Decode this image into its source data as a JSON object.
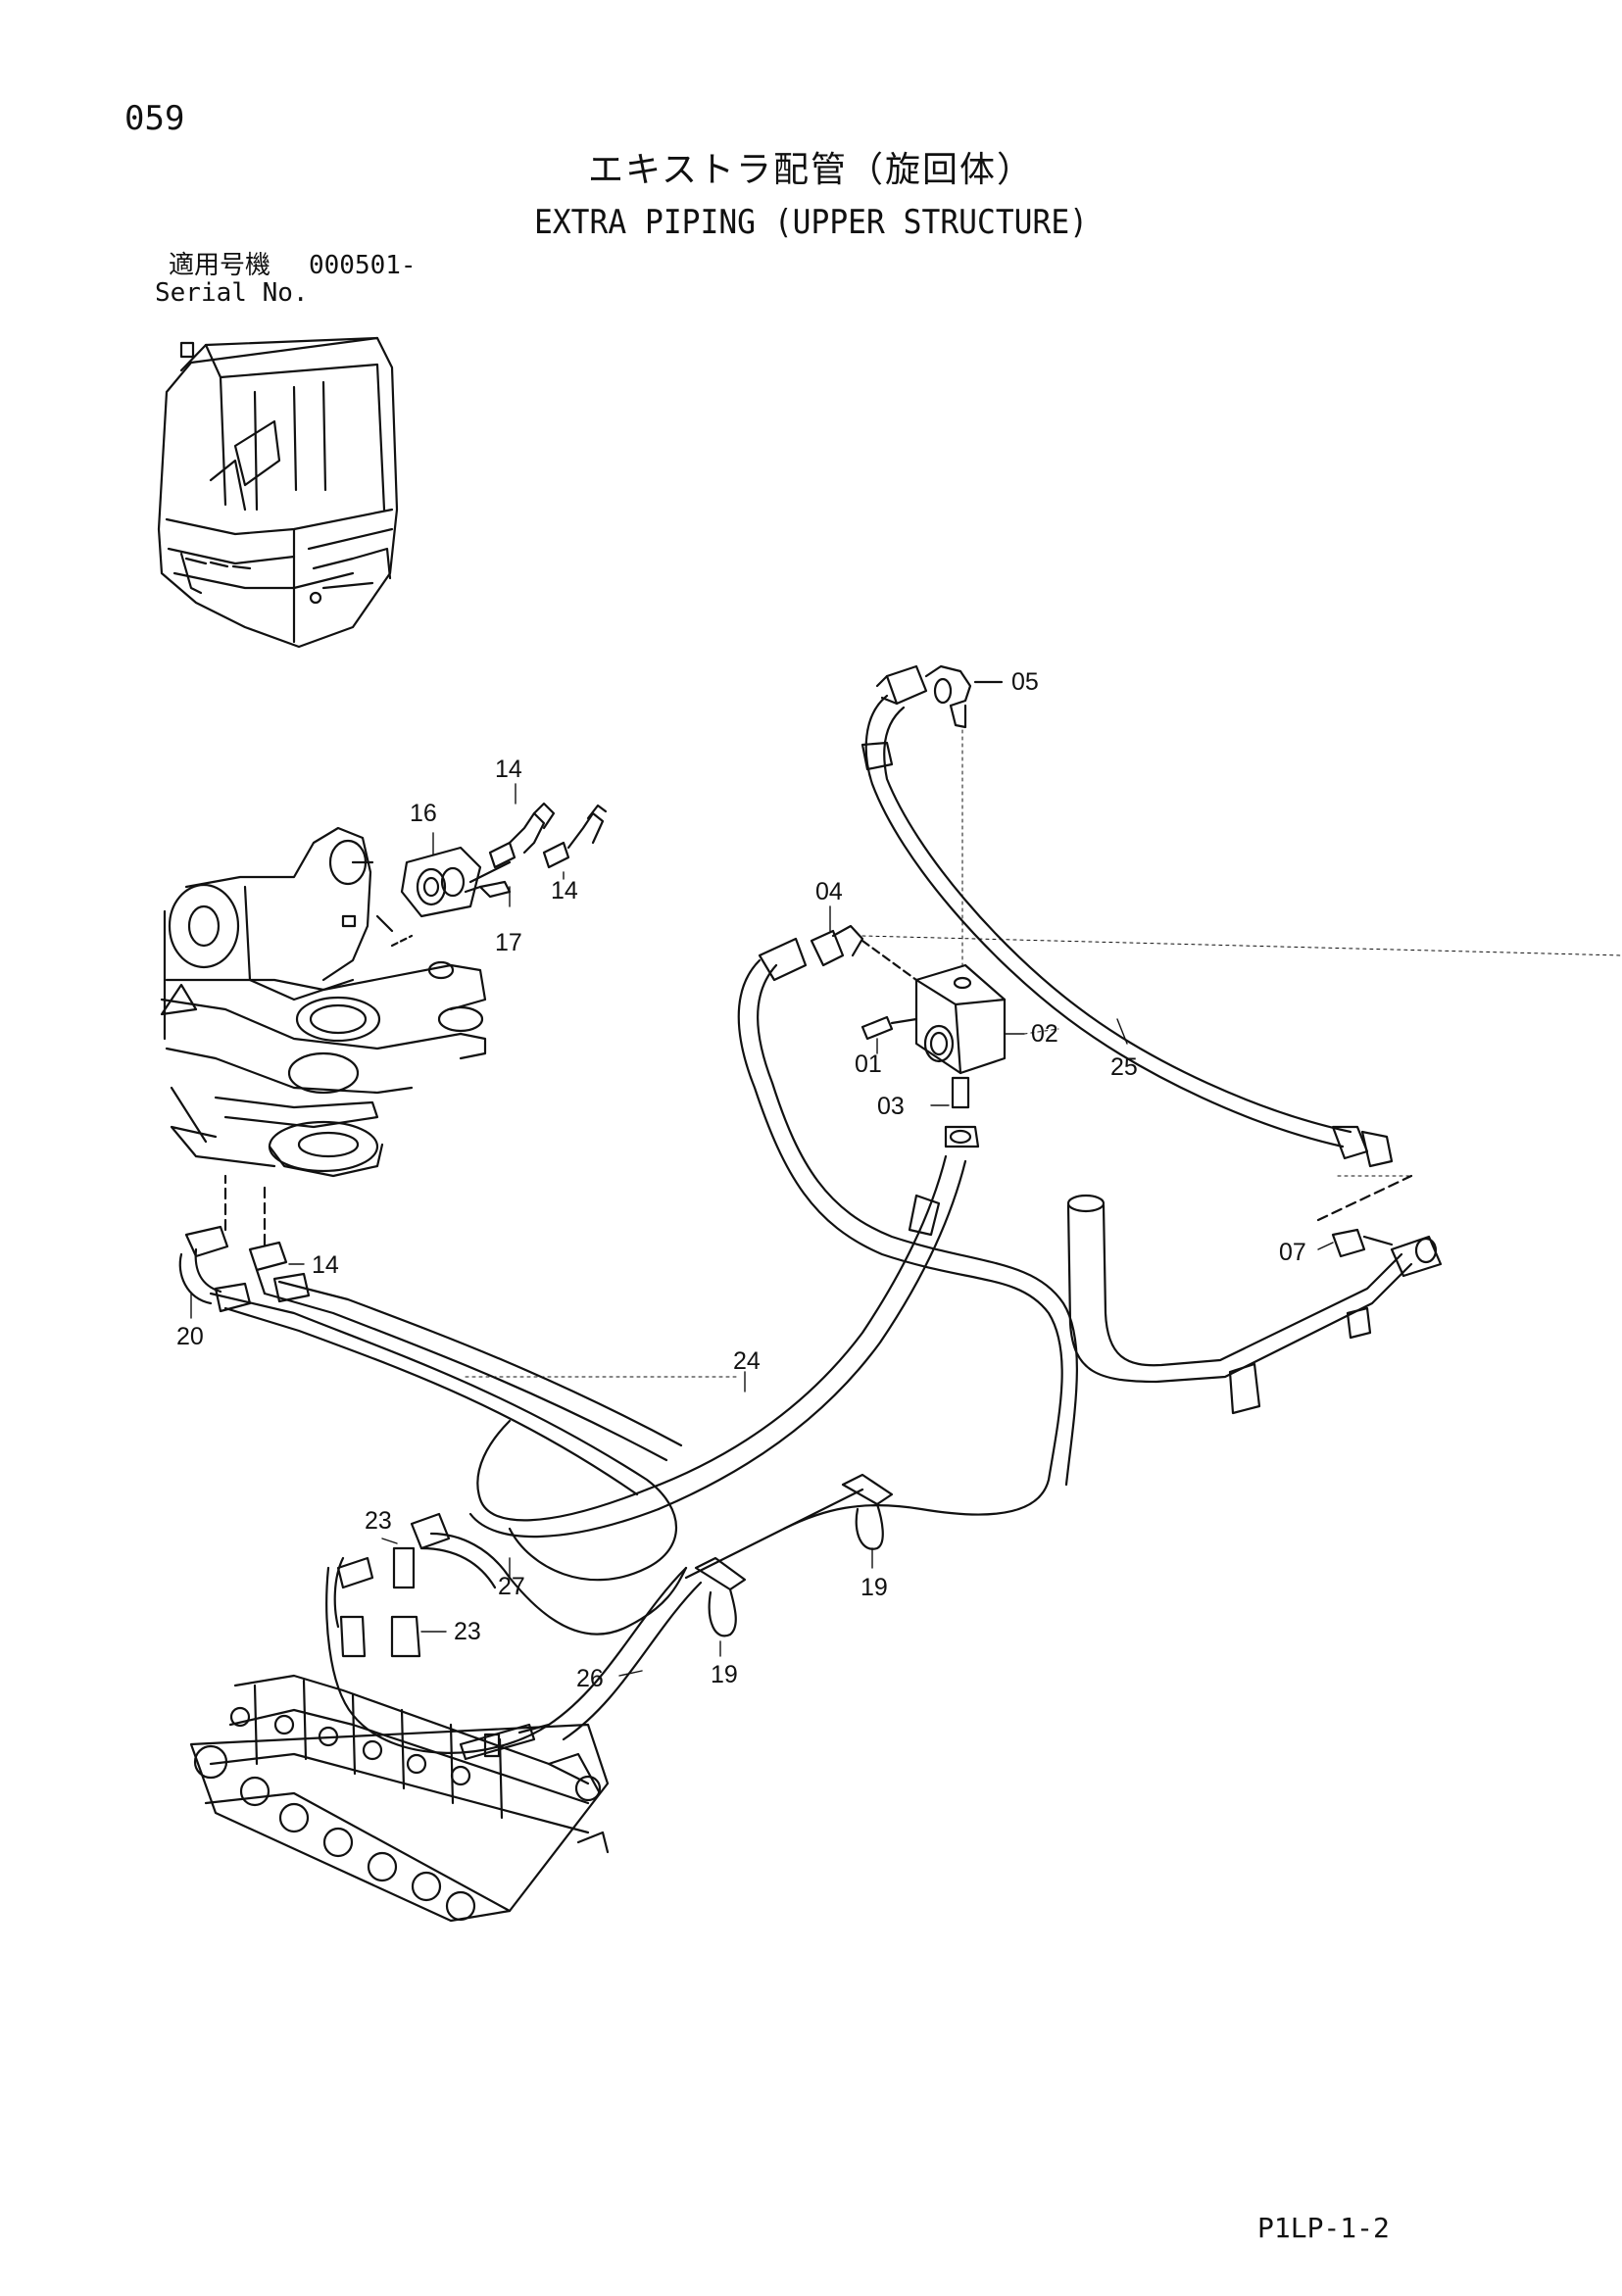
{
  "header": {
    "page_number": "059",
    "title_jp": "エキストラ配管（旋回体）",
    "title_en": "EXTRA PIPING (UPPER STRUCTURE)",
    "serial_label_jp": "適用号機",
    "serial_range": "000501-",
    "serial_label_en": "Serial No."
  },
  "callouts": [
    "05",
    "14",
    "16",
    "14",
    "17",
    "04",
    "02",
    "01",
    "03",
    "25",
    "07",
    "14",
    "20",
    "24",
    "23",
    "27",
    "23",
    "19",
    "26",
    "19"
  ],
  "footer": {
    "code": "P1LP-1-2"
  }
}
